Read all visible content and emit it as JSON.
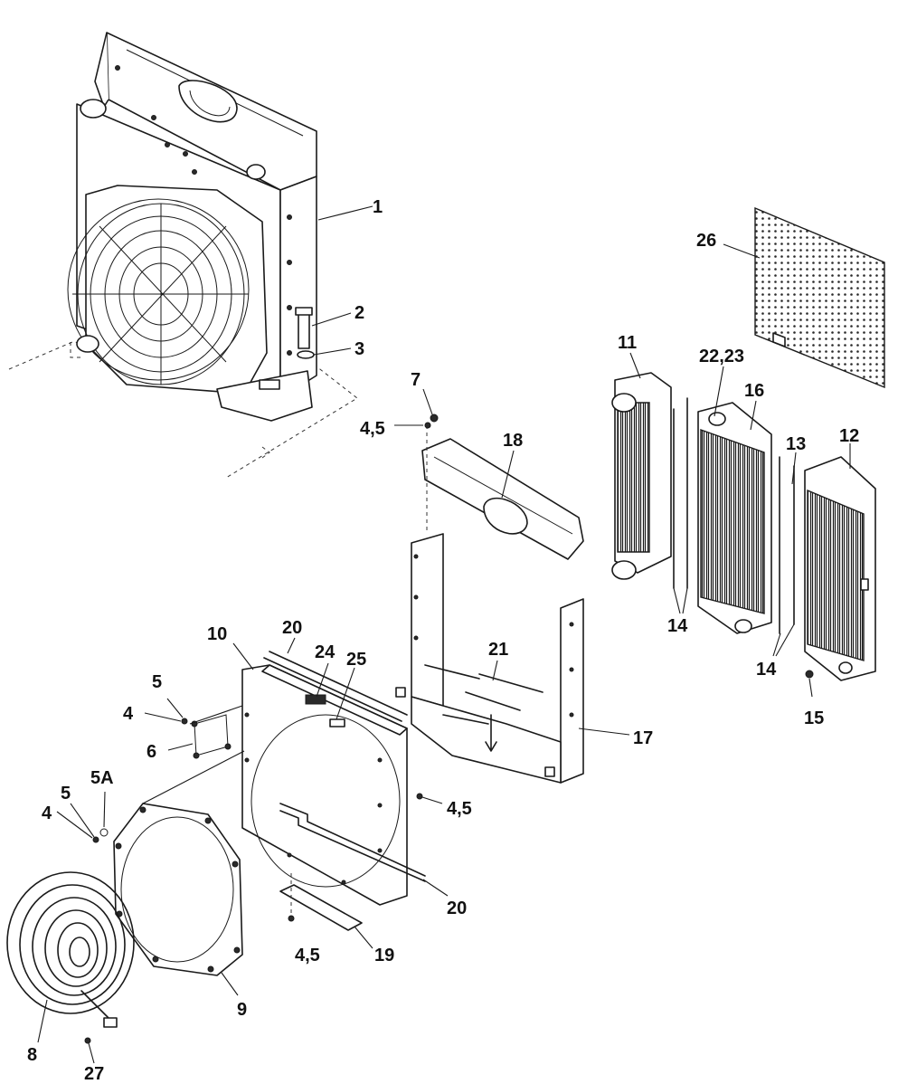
{
  "callouts": {
    "c1": "1",
    "c2": "2",
    "c3": "3",
    "c4_5_top": "4,5",
    "c7": "7",
    "c26": "26",
    "c11": "11",
    "c22_23": "22,23",
    "c16": "16",
    "c13": "13",
    "c12": "12",
    "c18": "18",
    "c14_left": "14",
    "c14_right": "14",
    "c15": "15",
    "c20_top": "20",
    "c10": "10",
    "c24": "24",
    "c25": "25",
    "c21": "21",
    "c17": "17",
    "c5_top": "5",
    "c4_top": "4",
    "c6": "6",
    "c5A": "5A",
    "c5_low": "5",
    "c4_low": "4",
    "c4_5_right": "4,5",
    "c20_low": "20",
    "c4_5_bottom": "4,5",
    "c19": "19",
    "c9": "9",
    "c8": "8",
    "c27": "27"
  }
}
